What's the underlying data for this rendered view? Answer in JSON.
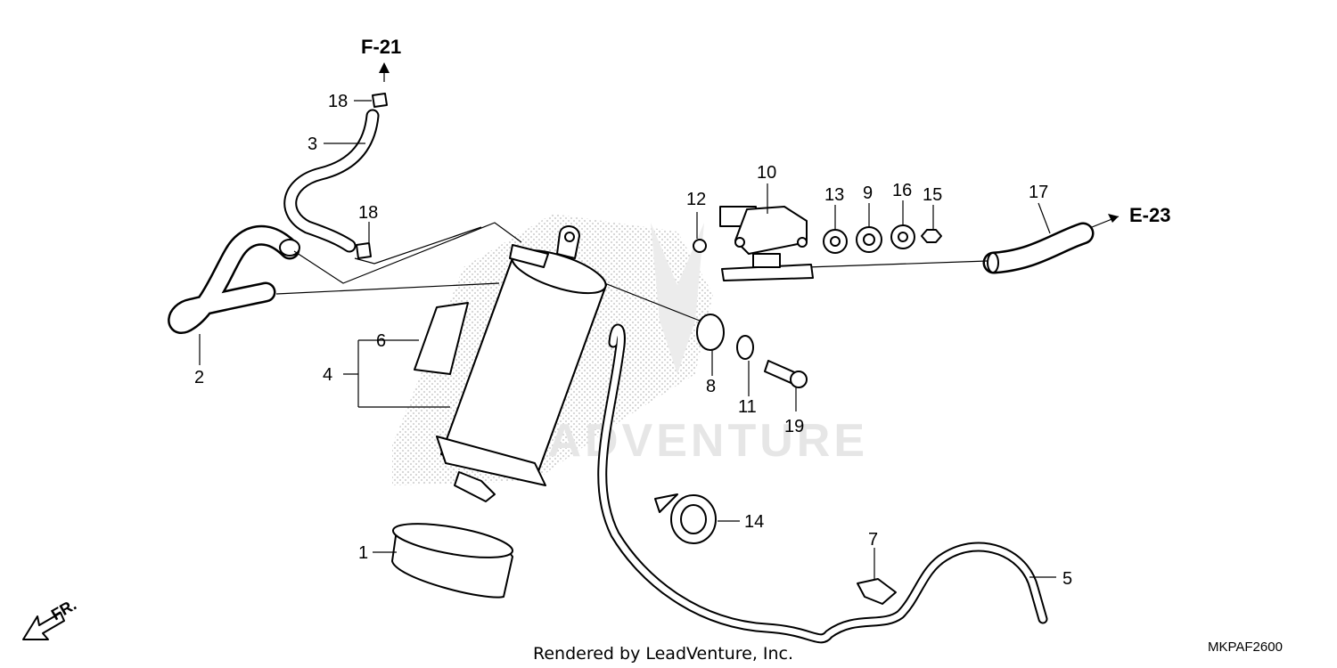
{
  "diagram": {
    "watermark": "LEADVENTURE",
    "parts": [
      {
        "ref": "1"
      },
      {
        "ref": "2"
      },
      {
        "ref": "3"
      },
      {
        "ref": "4"
      },
      {
        "ref": "5"
      },
      {
        "ref": "6"
      },
      {
        "ref": "7"
      },
      {
        "ref": "8"
      },
      {
        "ref": "9"
      },
      {
        "ref": "10"
      },
      {
        "ref": "11"
      },
      {
        "ref": "12"
      },
      {
        "ref": "13"
      },
      {
        "ref": "14"
      },
      {
        "ref": "15"
      },
      {
        "ref": "16"
      },
      {
        "ref": "17"
      },
      {
        "ref": "18"
      },
      {
        "ref": "18"
      },
      {
        "ref": "19"
      }
    ],
    "references": {
      "upper": "F-21",
      "right": "E-23"
    },
    "direction_label": "FR.",
    "footer": "Rendered by LeadVenture, Inc.",
    "code": "MKPAF2600"
  }
}
